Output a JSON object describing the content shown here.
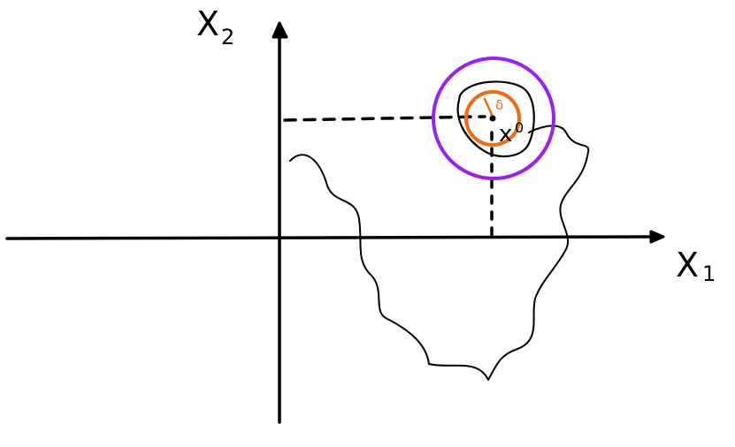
{
  "axes": {
    "x_label": "X",
    "x_subscript": "1",
    "y_label": "X",
    "y_subscript": "2"
  },
  "point": {
    "label": "x",
    "superscript": "0"
  },
  "radius_label": "δ",
  "colors": {
    "ink": "#000000",
    "outer_circle": "#9b1ff0",
    "inner_circle": "#f06a10",
    "background": "#ffffff"
  }
}
